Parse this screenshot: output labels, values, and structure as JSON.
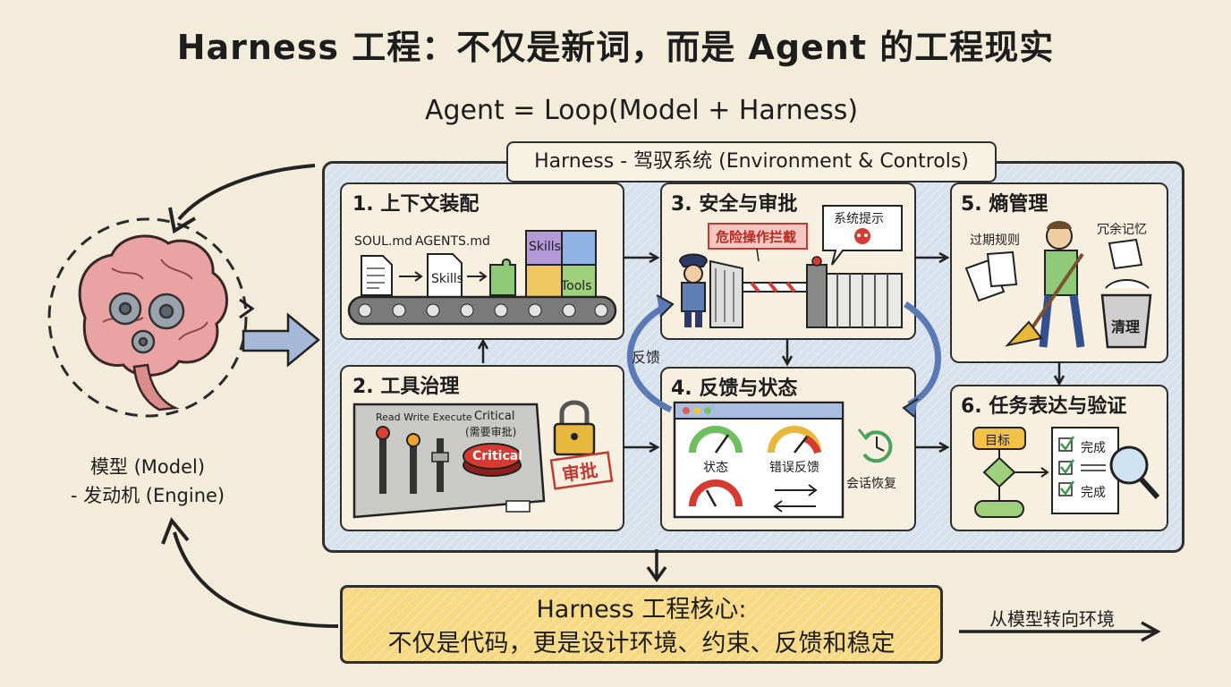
{
  "title": "Harness 工程：不仅是新词，而是 Agent 的工程现实",
  "formula": "Agent = Loop(Model + Harness)",
  "harness_label": "Harness - 驾驭系统 (Environment & Controls)",
  "model": {
    "line1": "模型 (Model)",
    "line2": "- 发动机 (Engine)",
    "icons": [
      "brain-icon",
      "gear-icon"
    ]
  },
  "panels": {
    "context": {
      "title": "1. 上下文装配",
      "file1": "SOUL.md",
      "file2": "AGENTS.md",
      "skills_doc": "Skills",
      "puzzle_skills": "Skills",
      "puzzle_tools": "Tools"
    },
    "tools": {
      "title": "2. 工具治理",
      "labels": "Read Write Execute",
      "critical": "Critical",
      "critical_note": "(需要审批)",
      "button": "Critical",
      "stamp": "审批"
    },
    "safety": {
      "title": "3. 安全与审批",
      "banner": "危险操作拦截",
      "bubble": "系统提示"
    },
    "feedback": {
      "title": "4. 反馈与状态",
      "side_label": "反馈",
      "gauge1": "状态",
      "gauge2": "错误反馈",
      "restore": "会话恢复"
    },
    "entropy": {
      "title": "5. 熵管理",
      "label1": "过期规则",
      "label2": "冗余记忆",
      "bin": "清理"
    },
    "task": {
      "title": "6. 任务表达与验证",
      "goal": "目标",
      "check1": "完成",
      "check3": "完成"
    }
  },
  "core": {
    "line1": "Harness 工程核心:",
    "line2": "不仅是代码，更是设计环境、约束、反馈和稳定"
  },
  "shift_label": "从模型转向环境",
  "colors": {
    "background": "#f4ecdb",
    "harness_frame": "#d7e1ec",
    "core_box": "#f7d983",
    "brain": "#e9a3a2",
    "danger_red": "#d63a31"
  }
}
